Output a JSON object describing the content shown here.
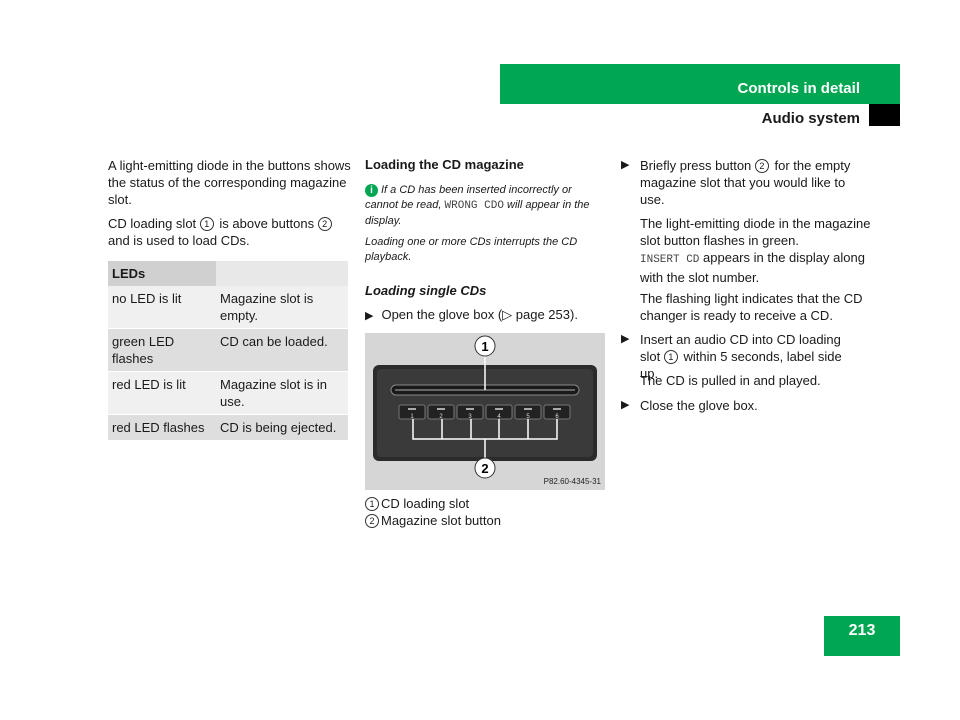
{
  "header": {
    "section": "Controls in detail",
    "subsection": "Audio system",
    "page_number": "213"
  },
  "col1": {
    "p1": "A light-emitting diode in the buttons shows the status of the corresponding magazine slot.",
    "p2_a": "CD loading slot ",
    "p2_b": " is above buttons ",
    "p2_c": " and is used to load CDs.",
    "table": {
      "header": "LEDs",
      "rows": [
        [
          "no LED is lit",
          "Magazine slot is empty."
        ],
        [
          "green LED flashes",
          "CD can be loaded."
        ],
        [
          "red LED is lit",
          "Magazine slot is in use."
        ],
        [
          "red LED flashes",
          "CD is being ejected."
        ]
      ]
    }
  },
  "col2": {
    "heading": "Loading the CD magazine",
    "note_a": "If a CD has been inserted incorrectly or cannot be read, ",
    "note_code": "WRONG CDO",
    "note_b": " will appear in the display.",
    "note2": "Loading one or more CDs interrupts the CD playback.",
    "subheading": "Loading single CDs",
    "step1": "Open the glove box (▷ page 253).",
    "figure": {
      "code": "P82.60-4345-31",
      "button_numbers": [
        "1",
        "2",
        "3",
        "4",
        "5",
        "6"
      ],
      "callout1": "1",
      "callout2": "2"
    },
    "legend": [
      {
        "num": "1",
        "text": "CD loading slot"
      },
      {
        "num": "2",
        "text": "Magazine slot button"
      }
    ]
  },
  "col3": {
    "step1": "Briefly press button ",
    "step1_b": " for the empty magazine slot that you would like to use.",
    "p1": "The light-emitting diode in the magazine slot button flashes in green.",
    "p2_code": "INSERT CD",
    "p2": " appears in the display along with the slot number.",
    "p3": "The flashing light indicates that the CD changer is ready to receive a CD.",
    "step2_a": "Insert an audio CD into CD loading slot ",
    "step2_b": " within 5 seconds, label side up.",
    "p4": "The CD is pulled in and played.",
    "step3": "Close the glove box."
  },
  "colors": {
    "accent": "#00a651"
  }
}
